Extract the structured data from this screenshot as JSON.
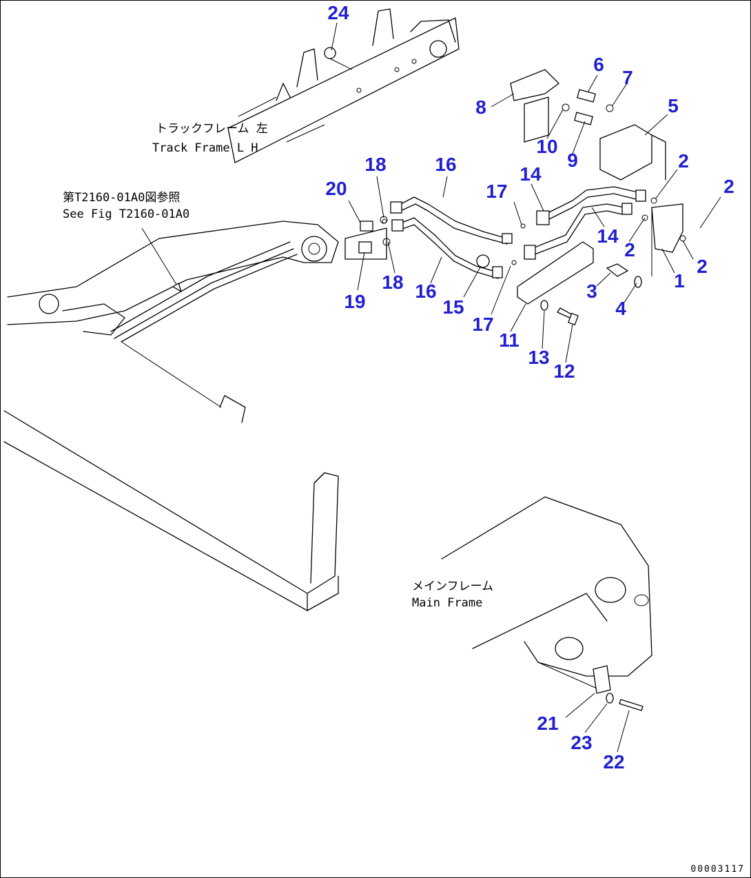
{
  "callouts": {
    "c1": "1",
    "c2a": "2",
    "c2b": "2",
    "c2c": "2",
    "c2d": "2",
    "c3": "3",
    "c4": "4",
    "c5": "5",
    "c6": "6",
    "c7": "7",
    "c8": "8",
    "c9": "9",
    "c10": "10",
    "c11": "11",
    "c12": "12",
    "c13": "13",
    "c14a": "14",
    "c14b": "14",
    "c15": "15",
    "c16a": "16",
    "c16b": "16",
    "c17a": "17",
    "c17b": "17",
    "c18a": "18",
    "c18b": "18",
    "c19": "19",
    "c20": "20",
    "c21": "21",
    "c22": "22",
    "c23": "23",
    "c24": "24"
  },
  "notes": {
    "track_frame_jp": "トラックフレーム 左",
    "track_frame_en": "Track Frame L H",
    "ref_jp": "第T2160-01A0図参照",
    "ref_en": "See Fig T2160-01A0",
    "main_frame_jp": "メインフレーム",
    "main_frame_en": "Main Frame"
  },
  "doc_id": "00003117",
  "colors": {
    "callout": "#2020d0",
    "line": "#000000"
  }
}
